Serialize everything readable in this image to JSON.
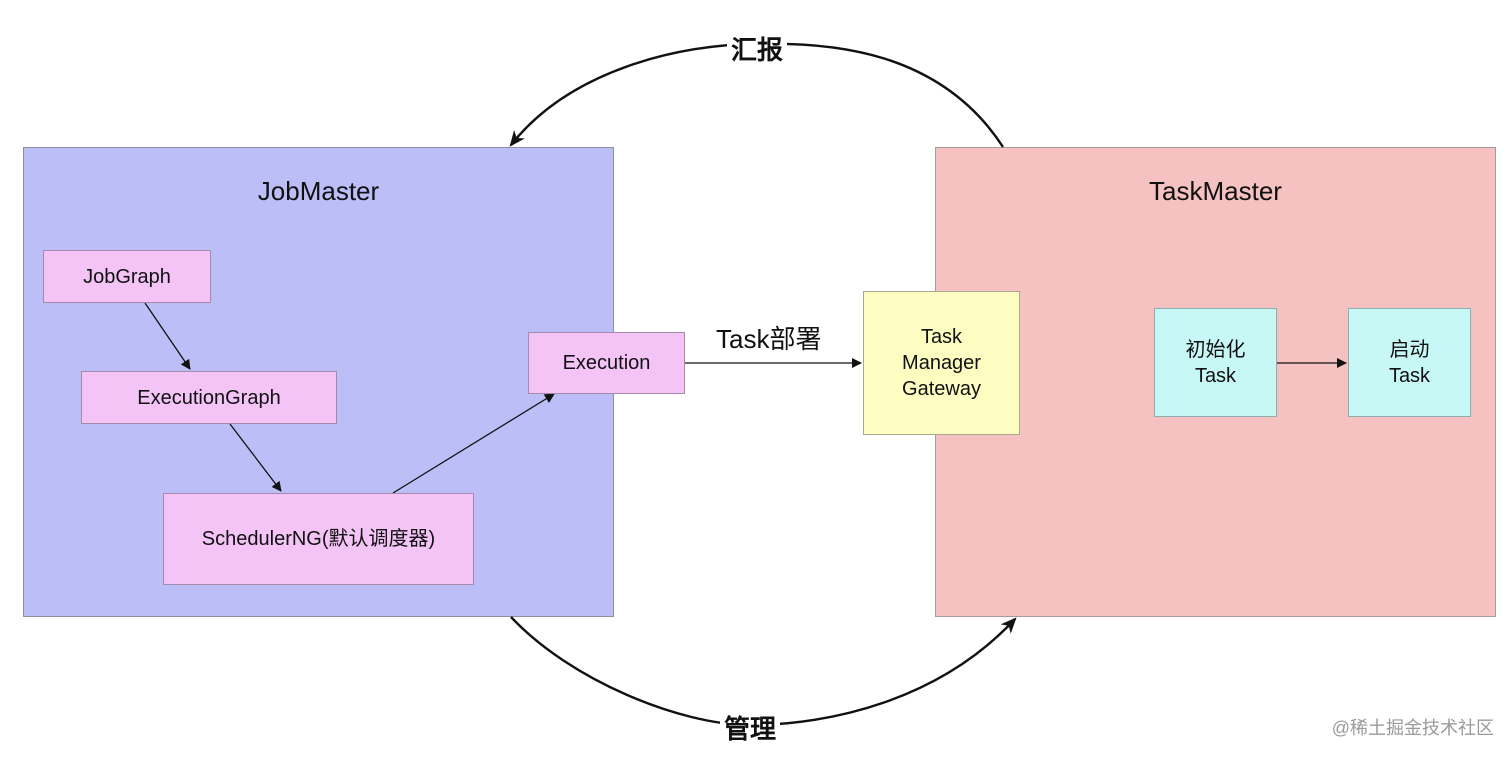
{
  "job_master": {
    "title": "JobMaster",
    "nodes": {
      "jobgraph": "JobGraph",
      "executiongraph": "ExecutionGraph",
      "scheduler": "SchedulerNG(默认调度器)",
      "execution": "Execution"
    }
  },
  "task_master": {
    "title": "TaskMaster",
    "nodes": {
      "gateway": "Task\nManager\nGateway",
      "init_task": "初始化\nTask",
      "start_task": "启动\nTask"
    }
  },
  "edges": {
    "report": "汇报",
    "manage": "管理",
    "deploy": "Task部署"
  },
  "watermark": "@稀土掘金技术社区",
  "colors": {
    "job_master_bg": "#bcbef7",
    "task_master_bg": "#f5c1c1",
    "pink_node": "#f4c4f7",
    "yellow_node": "#fdfdc2",
    "cyan_node": "#c8f8f6"
  }
}
